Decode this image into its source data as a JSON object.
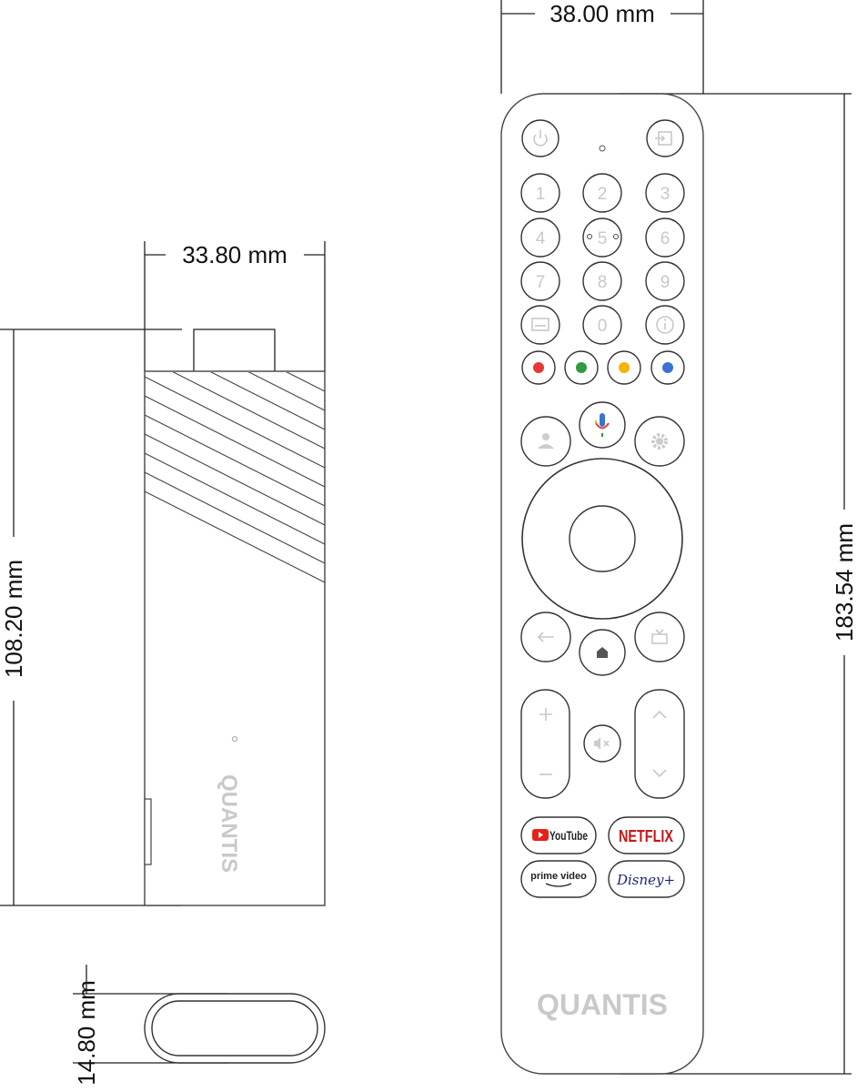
{
  "dimensions": {
    "remote_width": "38.00 mm",
    "remote_height": "183.54 mm",
    "stick_width": "33.80 mm",
    "stick_height": "108.20 mm",
    "stick_thickness": "14.80 mm"
  },
  "remote": {
    "number_keys": [
      "1",
      "2",
      "3",
      "4",
      "5",
      "6",
      "7",
      "8",
      "9",
      "0"
    ],
    "color_keys": [
      "#e53935",
      "#2e9b40",
      "#f4b400",
      "#3a73d4"
    ],
    "app_buttons": {
      "youtube": "YouTube",
      "netflix": "NETFLIX",
      "prime": "prime video",
      "disney": "Disney+"
    },
    "brand": "QUANTIS",
    "icons": [
      "power-icon",
      "input-icon",
      "subtitle-icon",
      "info-icon",
      "mic-icon",
      "profile-icon",
      "settings-icon",
      "back-icon",
      "home-icon",
      "tv-icon",
      "volume-up-icon",
      "volume-down-icon",
      "mute-icon",
      "channel-up-icon",
      "channel-down-icon"
    ]
  },
  "stick": {
    "brand": "QUANTIS"
  }
}
